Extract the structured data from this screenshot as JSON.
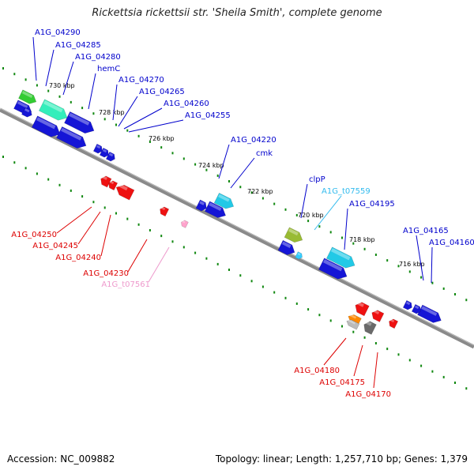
{
  "header": {
    "title": "Rickettsia rickettsii str. 'Sheila Smith', complete genome"
  },
  "footer": {
    "accession": "Accession: NC_009882",
    "summary": "Topology: linear; Length: 1,257,710 bp; Genes: 1,379"
  },
  "colors": {
    "forward_label": "#0000cc",
    "reverse_label": "#dd0000",
    "trna_forward_label": "#33bbee",
    "trna_reverse_label": "#ee99cc",
    "ruler": "#118811",
    "backbone": "#777777"
  },
  "scale_labels": [
    "730 kbp",
    "728 kbp",
    "726 kbp",
    "724 kbp",
    "722 kbp",
    "720 kbp",
    "718 kbp",
    "716 kbp"
  ],
  "forward_labels": [
    "A1G_04290",
    "A1G_04285",
    "A1G_04280",
    "hemC",
    "A1G_04270",
    "A1G_04265",
    "A1G_04260",
    "A1G_04255",
    "A1G_04220",
    "cmk",
    "clpP",
    "A1G_t07559",
    "A1G_04195",
    "A1G_04165",
    "A1G_04160"
  ],
  "reverse_labels": [
    "A1G_04250",
    "A1G_04245",
    "A1G_04240",
    "A1G_04230",
    "A1G_t07561",
    "A1G_04180",
    "A1G_04175",
    "A1G_04170"
  ]
}
